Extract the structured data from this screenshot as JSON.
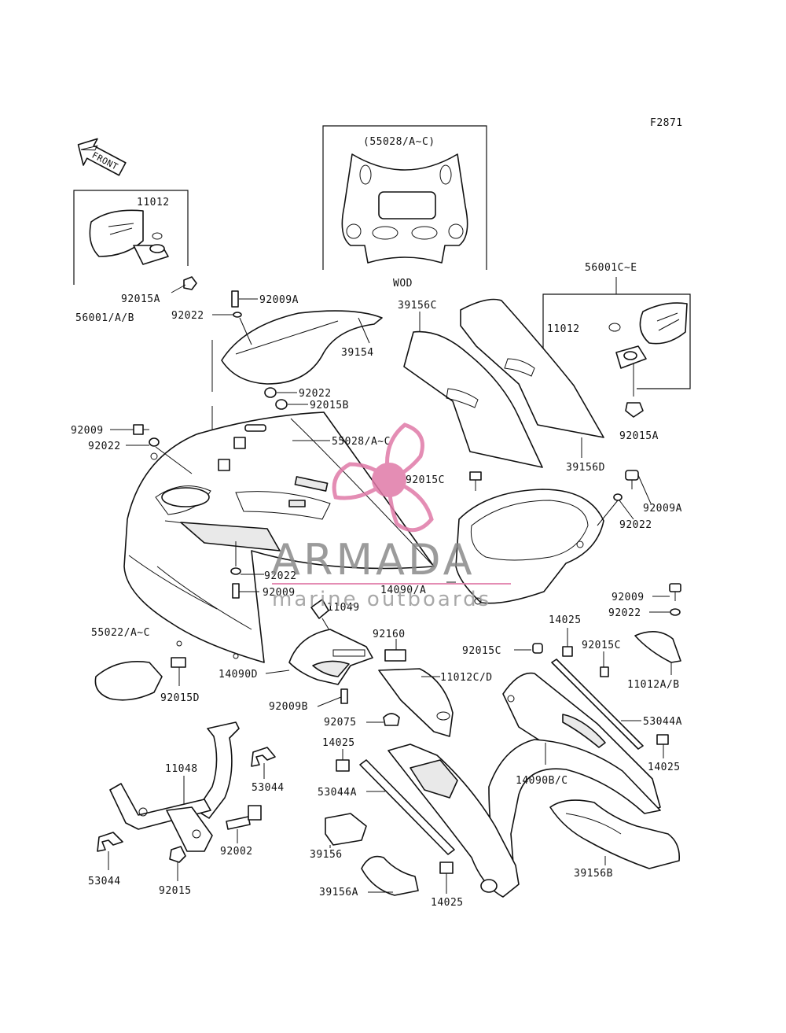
{
  "figure_code": "F2871",
  "front_label": "FRONT",
  "variant_caption": "(55028/A~C)",
  "variant_note": "WOD",
  "watermark": {
    "brand": "ARMADA",
    "tagline": "marine outboards",
    "color": "#e07aa8"
  },
  "labels": {
    "l_11012_left": "11012",
    "l_92015A_left": "92015A",
    "l_56001AB": "56001/A/B",
    "l_92009A_top": "92009A",
    "l_92022_top": "92022",
    "l_39154": "39154",
    "l_92022_mid": "92022",
    "l_92015B": "92015B",
    "l_92009_left": "92009",
    "l_92022_left": "92022",
    "l_55028AC": "55028/A~C",
    "l_92015C_top": "92015C",
    "l_39156C": "39156C",
    "l_56001CE": "56001C~E",
    "l_11012_right": "11012",
    "l_92015A_right": "92015A",
    "l_39156D": "39156D",
    "l_92009A_right": "92009A",
    "l_92022_right": "92022",
    "l_92022_low": "92022",
    "l_92009_low": "92009",
    "l_14090A": "14090/A",
    "l_11049": "11049",
    "l_55022AC": "55022/A~C",
    "l_14090D": "14090D",
    "l_92009B": "92009B",
    "l_92160": "92160",
    "l_11012CD": "11012C/D",
    "l_92075": "92075",
    "l_92015C_mid": "92015C",
    "l_14025_top": "14025",
    "l_92015C_right": "92015C",
    "l_92009_r": "92009",
    "l_92022_r": "92022",
    "l_11012AB": "11012A/B",
    "l_53044A_right": "53044A",
    "l_14025_right": "14025",
    "l_14090BC": "14090B/C",
    "l_92015D": "92015D",
    "l_11048": "11048",
    "l_53044_mid": "53044",
    "l_53044_left": "53044",
    "l_92002": "92002",
    "l_92015": "92015",
    "l_14025_mid": "14025",
    "l_53044A_mid": "53044A",
    "l_39156": "39156",
    "l_39156A": "39156A",
    "l_14025_bottom": "14025",
    "l_39156B": "39156B"
  }
}
